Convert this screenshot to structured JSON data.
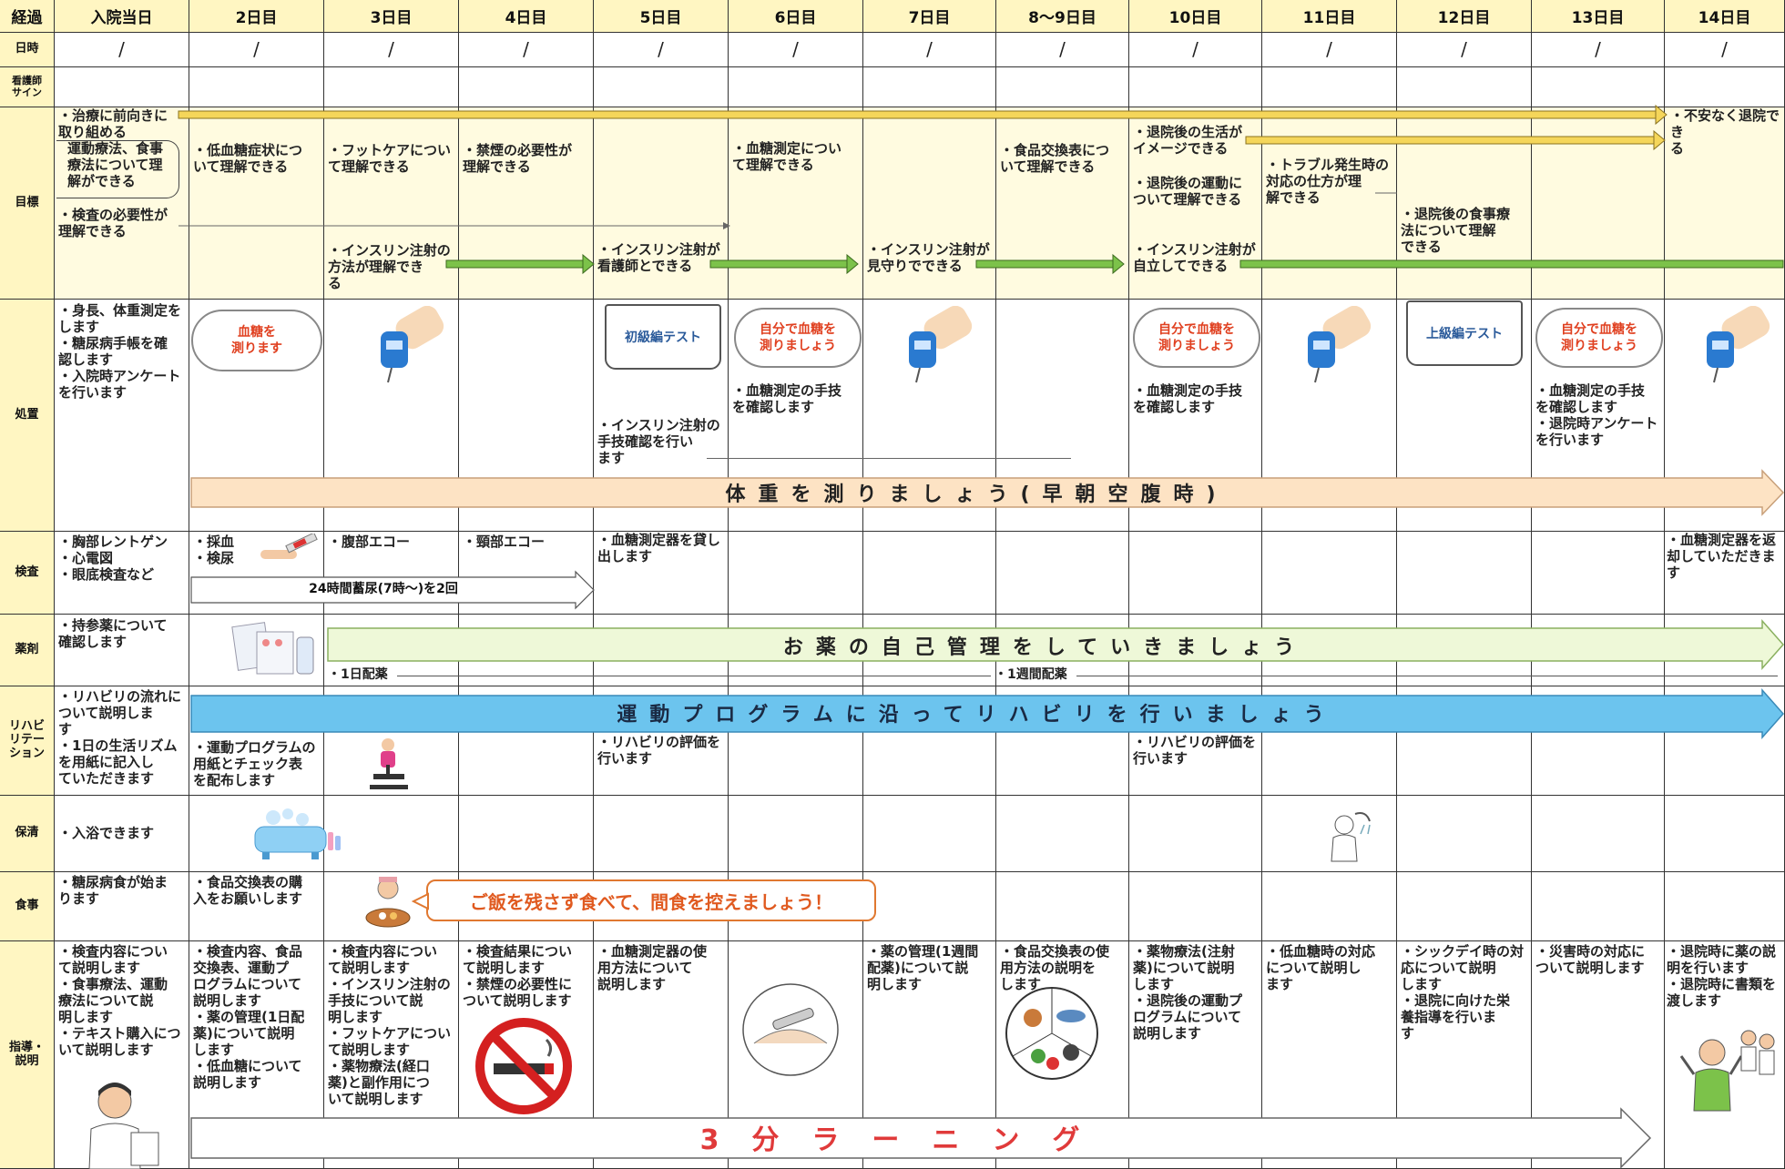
{
  "header": {
    "label": "経過",
    "days": [
      "入院当日",
      "2日目",
      "3日目",
      "4日目",
      "5日目",
      "6日目",
      "7日目",
      "8〜9日目",
      "10日目",
      "11日目",
      "12日目",
      "13日目",
      "14日目"
    ],
    "date_row_label": "日時",
    "date_marks": [
      "/",
      "/",
      "/",
      "/",
      "/",
      "/",
      "/",
      "/　〜　/",
      "/",
      "/",
      "/",
      "/",
      "/"
    ],
    "nurse_row_label": "看護師\nサイン"
  },
  "rows": {
    "goals": "目標",
    "treatment": "処置",
    "tests": "検査",
    "medicine": "薬剤",
    "rehab": "リハビ\nリテー\nション",
    "hygiene": "保清",
    "meals": "食事",
    "guidance": "指導・\n説明"
  },
  "goals": {
    "g1": "・治療に前向きに\n取り組める",
    "g2": "運動療法、食事\n療法について理\n解ができる",
    "g3": "・検査の必要性が\n理解できる",
    "g4": "・低血糖症状につ\nいて理解できる",
    "g5": "・フットケアについ\nて理解できる",
    "g6": "・インスリン注射の\n方法が理解でき\nる",
    "g7": "・禁煙の必要性が\n理解できる",
    "g8": "・インスリン注射が\n看護師とできる",
    "g9": "・血糖測定につい\nて理解できる",
    "g10": "・インスリン注射が\n見守りでできる",
    "g11": "・食品交換表につ\nいて理解できる",
    "g12": "・退院後の生活が\nイメージできる",
    "g13": "・退院後の運動に\nついて理解できる",
    "g14": "・インスリン注射が\n自立してできる",
    "g15": "・トラブル発生時の\n対応の仕方が理\n解できる",
    "g16": "・退院後の食事療\n法について理解\nできる",
    "g17": "・不安なく退院でき\nる"
  },
  "treatment": {
    "t1": "・身長、体重測定を\nします\n・糖尿病手帳を確\n認します\n・入院時アンケート\nを行います",
    "cloud1": "血糖を\n測ります",
    "book1": "初級編テスト",
    "cloud2": "自分で血糖を\n測りましょう",
    "t2": "・血糖測定の手技\nを確認します",
    "t3": "・インスリン注射の\n手技確認を行い\nます",
    "cloud3": "自分で血糖を\n測りましょう",
    "t4": "・血糖測定の手技\nを確認します",
    "book2": "上級編テスト",
    "cloud4": "自分で血糖を\n測りましょう",
    "t5": "・血糖測定の手技\nを確認します\n・退院時アンケート\nを行います",
    "banner": "体重を測りましょう(早朝空腹時)"
  },
  "tests": {
    "t1": "・胸部レントゲン\n・心電図\n・眼底検査など",
    "t2": "・採血\n・検尿",
    "t3": "・腹部エコー",
    "t4": "・頸部エコー",
    "t5": "・血糖測定器を貸し\n出します",
    "t6": "・血糖測定器を返\n却していただきま\nす",
    "arrow": "24時間蓄尿(7時〜)を2回"
  },
  "medicine": {
    "t1": "・持参薬について\n確認します",
    "banner": "お薬の自己管理をしていきましょう",
    "daily": "・1日配薬",
    "weekly": "・1週間配薬"
  },
  "rehab": {
    "t1": "・リハビリの流れに\nついて説明しま\nす\n・1日の生活リズム\nを用紙に記入し\nていただきます",
    "t2": "・運動プログラムの\n用紙とチェック表\nを配布します",
    "t3": "・リハビリの評価を\n行います",
    "t4": "・リハビリの評価を\n行います",
    "banner": "運動プログラムに沿ってリハビリを行いましょう"
  },
  "hygiene": {
    "t1": "・入浴できます"
  },
  "meals": {
    "t1": "・糖尿病食が始ま\nります",
    "t2": "・食品交換表の購\n入をお願いします",
    "callout": "ご飯を残さず食べて、間食を控えましょう！"
  },
  "guidance": {
    "t1": "・検査内容につい\nて説明します\n・食事療法、運動\n療法について説\n明します\n・テキスト購入につ\nいて説明します",
    "t2": "・検査内容、食品\n交換表、運動プ\nログラムについて\n説明します\n・薬の管理(1日配\n薬)について説明\nします\n・低血糖について\n説明します",
    "t3": "・検査内容につい\nて説明します\n・インスリン注射の\n手技について説\n明します\n・フットケアについ\nて説明します\n・薬物療法(経口\n薬)と副作用につ\nいて説明します",
    "t4": "・検査結果につい\nて説明します\n・禁煙の必要性に\nついて説明します",
    "t5": "・血糖測定器の使\n用方法について\n説明します",
    "t6": "・薬の管理(1週間\n配薬)について説\n明します",
    "t7": "・食品交換表の使\n用方法の説明を\nします",
    "t8": "・薬物療法(注射\n薬)について説明\nします\n・退院後の運動プ\nログラムについて\n説明します",
    "t9": "・低血糖時の対応\nについて説明し\nます",
    "t10": "・シックデイ時の対\n応について説明\nします\n・退院に向けた栄\n養指導を行いま\nす",
    "t11": "・災害時の対応に\nついて説明します",
    "t12": "・退院時に薬の説\n明を行います\n・退院時に書類を\n渡します",
    "banner": "3分ラーニング"
  },
  "colors": {
    "header_bg": "#fff6c2",
    "goal_arrow": "#f5d65a",
    "green_arrow": "#7cc24a",
    "weight_arrow": "#fde3c4",
    "med_arrow": "#eef8d8",
    "rehab_arrow": "#6cc4ee",
    "banner_text": "#e03a3a"
  }
}
